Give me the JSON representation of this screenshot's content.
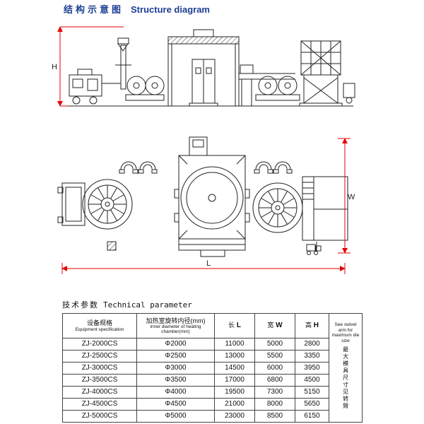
{
  "page": {
    "title_zh": "结构示意图",
    "title_en": "Structure diagram",
    "title_color": "#1c3e94",
    "section_zh": "技术参数",
    "section_en": "Technical parameter"
  },
  "diagram": {
    "dim_h": "H",
    "dim_w": "W",
    "dim_l": "L",
    "dimension_line_color": "#e60000"
  },
  "table": {
    "headers": {
      "model_zh": "设备规格",
      "model_en": "Equipment specification",
      "diameter_zh": "加热室旋转内径(mm)",
      "diameter_en": "inner diameter of heating chamber(mm)",
      "length_zh": "长",
      "length_en": "L",
      "width_zh": "宽",
      "width_en": "W",
      "height_zh": "高",
      "height_en": "H"
    },
    "note_en": "See swivel arm for maximum die size",
    "note_zh": "最大模具尺寸见转臂",
    "rows": [
      {
        "model": "ZJ-2000CS",
        "diameter": "Φ2000",
        "l": "11000",
        "w": "5000",
        "h": "2800"
      },
      {
        "model": "ZJ-2500CS",
        "diameter": "Φ2500",
        "l": "13000",
        "w": "5500",
        "h": "3350"
      },
      {
        "model": "ZJ-3000CS",
        "diameter": "Φ3000",
        "l": "14500",
        "w": "6000",
        "h": "3950"
      },
      {
        "model": "ZJ-3500CS",
        "diameter": "Φ3500",
        "l": "17000",
        "w": "6800",
        "h": "4500"
      },
      {
        "model": "ZJ-4000CS",
        "diameter": "Φ4000",
        "l": "19500",
        "w": "7300",
        "h": "5150",
        "h_bold": true
      },
      {
        "model": "ZJ-4500CS",
        "diameter": "Φ4500",
        "l": "21000",
        "w": "8000",
        "h": "5650"
      },
      {
        "model": "ZJ-5000CS",
        "diameter": "Φ5000",
        "l": "23000",
        "w": "8500",
        "h": "6150"
      }
    ]
  }
}
